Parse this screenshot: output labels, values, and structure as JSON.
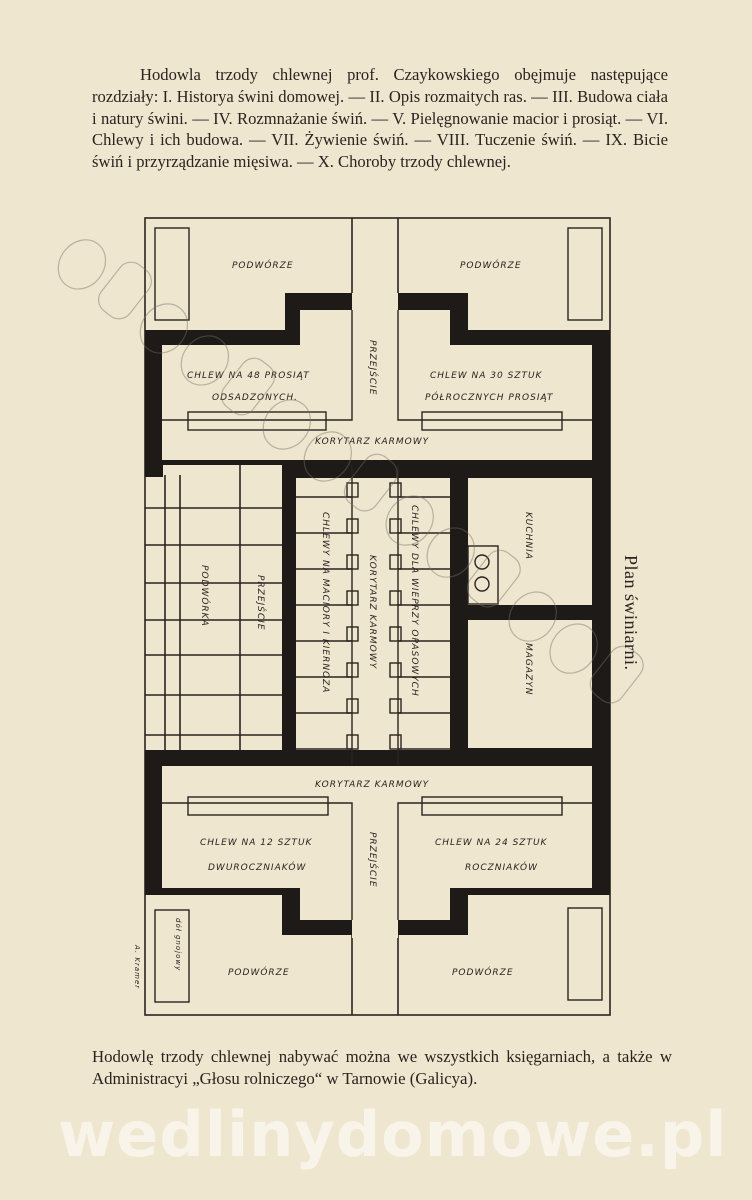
{
  "intro_text": "Hodowla trzody chlewnej prof. Czaykowskiego obęjmuje następujące rozdziały: I. Historya świni domowej. — II. Opis rozmaitych ras. — III. Budowa ciała i natury świni. — IV. Rozmnażanie świń. — V. Pielęgnowanie macior i prosiąt. — VI. Chlewy i ich budowa. — VII. Żywienie świń. — VIII. Tuczenie świń. — IX. Bicie świń i przyrządzanie mięsiwa. — X. Choroby trzody chlewnej.",
  "plan": {
    "title": "Plan świniarni.",
    "labels": {
      "courtyard_tl": "PODWÓRZE",
      "courtyard_tr": "PODWÓRZE",
      "courtyard_bl": "PODWÓRZE",
      "courtyard_br": "PODWÓRZE",
      "room_tl_1": "CHLEW NA 48 PROSIĄT",
      "room_tl_2": "ODSADZONYCH.",
      "room_tr_1": "CHLEW NA 30 SZTUK",
      "room_tr_2": "PÓŁROCZNYCH PROSIĄT",
      "passage_top": "PRZEJŚCIE",
      "corridor_top": "KORYTARZ KARMOWY",
      "small_yards": "PODWÓRKA",
      "passage_left": "PRZEJŚCIE",
      "stalls_left": "CHLEWY NA MACIORY I KIERNOZA",
      "corridor_mid": "KORYTARZ KARMOWY",
      "stalls_right": "CHLEWY DLA WIEPRZY OPASOWYCH",
      "kitchen": "KUCHNIA",
      "storage": "MAGAZYN",
      "corridor_bottom": "KORYTARZ KARMOWY",
      "room_bl_1": "CHLEW NA 12 SZTUK",
      "room_bl_2": "DWUROCZNIAKÓW",
      "room_br_1": "CHLEW NA 24 SZTUK",
      "room_br_2": "ROCZNIAKÓW",
      "passage_bottom": "PRZEJŚCIE",
      "pit": "dół gnojowy",
      "signature": "A. Kramer"
    }
  },
  "footer_text": "Hodowlę trzody chlewnej nabywać można we wszystkich księgarniach, a także w Administracyi „Głosu rolniczego“ w Tarnowie (Galicya).",
  "watermark": "wedlinydomowe.pl"
}
